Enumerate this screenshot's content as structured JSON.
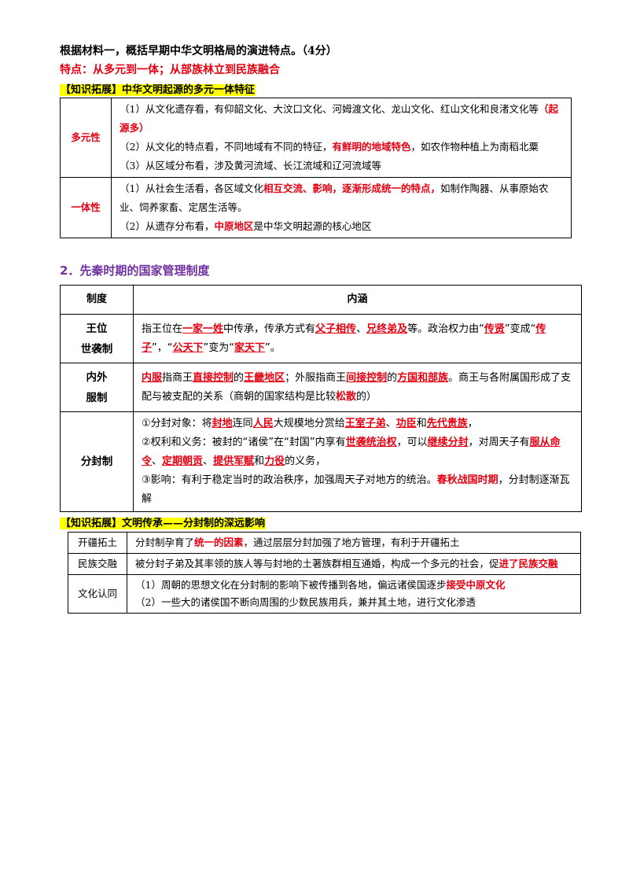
{
  "question": "根据材料一，概括早期中华文明格局的演进特点。（4分）",
  "answer": "特点：从多元到一体；从部族林立到民族融合",
  "ext1": {
    "title": "【知识拓展】中华文明起源的多元一体特征",
    "rows": [
      {
        "key": "多元性",
        "lines": [
          [
            {
              "t": "（1）从文化遗存看，有仰韶文化、大汶口文化、河姆渡文化、龙山文化、红山文化和良渚文化等"
            },
            {
              "t": "（起源多）",
              "s": "red"
            }
          ],
          [
            {
              "t": "（2）从文化的特点看，不同地域有不同的特征，"
            },
            {
              "t": "有鲜明的地域特色",
              "s": "red"
            },
            {
              "t": "，如农作物种植上为南稻北粟"
            }
          ],
          [
            {
              "t": "（3）从区域分布看，涉及黄河流域、长江流域和辽河流域等"
            }
          ]
        ]
      },
      {
        "key": "一体性",
        "lines": [
          [
            {
              "t": "（1）从社会生活看，各区域文化"
            },
            {
              "t": "相互交流、影响，逐渐形成统一的特点，",
              "s": "red"
            },
            {
              "t": "如制作陶器、从事原始农业、饲养家畜、定居生活等。"
            }
          ],
          [
            {
              "t": "（2）从遗存分布看，"
            },
            {
              "t": "中原地区",
              "s": "red"
            },
            {
              "t": "是中华文明起源的核心地区"
            }
          ]
        ]
      }
    ]
  },
  "section2": {
    "title": "2．先秦时期的国家管理制度",
    "headers": [
      "制度",
      "内涵"
    ],
    "rows": [
      {
        "key": "王位\n世袭制",
        "lines": [
          [
            {
              "t": "指王位在"
            },
            {
              "t": "一家一姓",
              "s": "ru"
            },
            {
              "t": "中传承，传承方式有"
            },
            {
              "t": "父子相传",
              "s": "ru"
            },
            {
              "t": "、"
            },
            {
              "t": "兄终弟及",
              "s": "ru"
            },
            {
              "t": "等。政治权力由“"
            },
            {
              "t": "传贤",
              "s": "ru"
            },
            {
              "t": "”变成“"
            },
            {
              "t": "传子",
              "s": "ru"
            },
            {
              "t": "”，“"
            },
            {
              "t": "公天下",
              "s": "ru"
            },
            {
              "t": "”变为“"
            },
            {
              "t": "家天下",
              "s": "ru"
            },
            {
              "t": "”。"
            }
          ]
        ]
      },
      {
        "key": "内外\n服制",
        "lines": [
          [
            {
              "t": "内服",
              "s": "ru"
            },
            {
              "t": "指商王"
            },
            {
              "t": "直接控制",
              "s": "ru"
            },
            {
              "t": "的"
            },
            {
              "t": "王畿地区",
              "s": "ru"
            },
            {
              "t": "；外服指商王"
            },
            {
              "t": "间接控制",
              "s": "ru"
            },
            {
              "t": "的"
            },
            {
              "t": "方国和部族",
              "s": "ru"
            },
            {
              "t": "。商王与各附属国形成了支配与被支配的关系（商朝的国家结构是比较"
            },
            {
              "t": "松散",
              "s": "red"
            },
            {
              "t": "的）"
            }
          ]
        ]
      },
      {
        "key": "分封制",
        "lines": [
          [
            {
              "t": "①分封对象：将"
            },
            {
              "t": "封地",
              "s": "ru"
            },
            {
              "t": "连同"
            },
            {
              "t": "人民",
              "s": "ru"
            },
            {
              "t": "大规模地分赏给"
            },
            {
              "t": "王室子弟",
              "s": "ru"
            },
            {
              "t": "、"
            },
            {
              "t": "功臣",
              "s": "ru"
            },
            {
              "t": "和"
            },
            {
              "t": "先代贵族",
              "s": "ru"
            },
            {
              "t": "，"
            }
          ],
          [
            {
              "t": "②权利和义务：被封的“诸侯”在“封国”内享有"
            },
            {
              "t": "世袭统治权",
              "s": "ru"
            },
            {
              "t": "，可以"
            },
            {
              "t": "继续分封",
              "s": "ru"
            },
            {
              "t": "，对周天子有"
            },
            {
              "t": "服从命令",
              "s": "ru"
            },
            {
              "t": "、"
            },
            {
              "t": "定期朝贡",
              "s": "ru"
            },
            {
              "t": "、"
            },
            {
              "t": "提供军赋",
              "s": "ru"
            },
            {
              "t": "和"
            },
            {
              "t": "力役",
              "s": "ru"
            },
            {
              "t": "的义务，"
            }
          ],
          [
            {
              "t": "③影响：有利于稳定当时的政治秩序，加强周天子对地方的统治。"
            },
            {
              "t": "春秋战国时期",
              "s": "red"
            },
            {
              "t": "，分封制逐渐瓦解"
            }
          ]
        ]
      }
    ]
  },
  "ext2": {
    "title": "【知识拓展】文明传承——分封制的深远影响",
    "rows": [
      {
        "key": "开疆拓土",
        "lines": [
          [
            {
              "t": "分封制孕育了"
            },
            {
              "t": "统一的因素",
              "s": "red"
            },
            {
              "t": "，通过层层分封加强了地方管理，有利于开疆拓土"
            }
          ]
        ]
      },
      {
        "key": "民族交融",
        "lines": [
          [
            {
              "t": "被分封子弟及其率领的族人等与封地的土著族群相互通婚，构成一个多元的社会，促"
            },
            {
              "t": "进了民族交融",
              "s": "red"
            }
          ]
        ]
      },
      {
        "key": "文化认同",
        "lines": [
          [
            {
              "t": "（1）周朝的思想文化在分封制的影响下被传播到各地，偏远诸侯国逐步"
            },
            {
              "t": "接受中原文化",
              "s": "red"
            }
          ],
          [
            {
              "t": "（2）一些大的诸侯国不断向周围的少数民族用兵，兼并其土地，进行文化渗透"
            }
          ]
        ]
      }
    ]
  }
}
